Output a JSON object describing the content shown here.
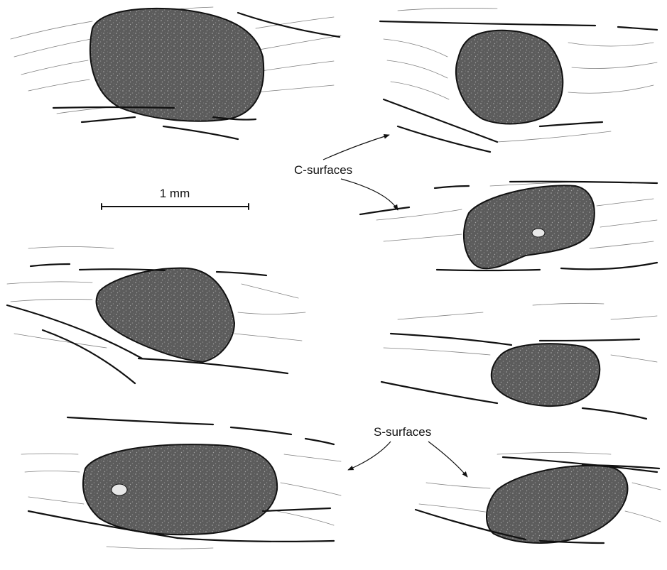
{
  "labels": {
    "c_surfaces": "C-surfaces",
    "s_surfaces": "S-surfaces",
    "scale": "1 mm"
  },
  "colors": {
    "clast_fill": "#5a5a5a",
    "clast_speckle": "#bdbdbd",
    "line": "#111111"
  }
}
